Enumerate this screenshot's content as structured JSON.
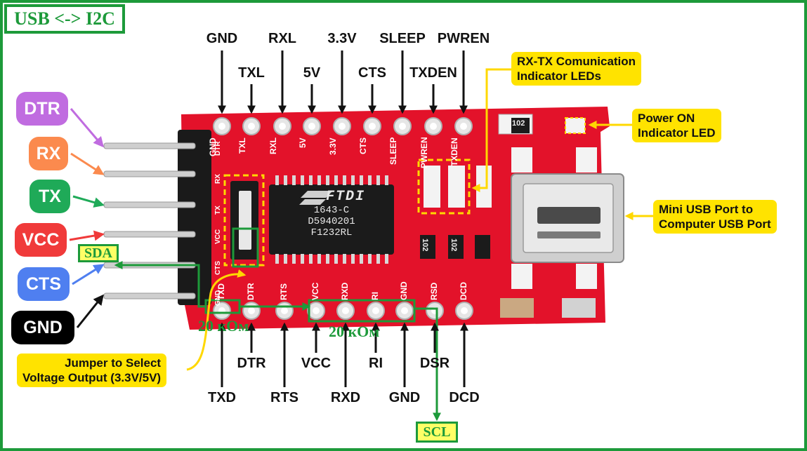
{
  "title": "USB <-> I2C",
  "top_pins_back": [
    "GND",
    "RXL",
    "3.3V",
    "SLEEP",
    "PWREN"
  ],
  "top_pins_front": [
    "TXL",
    "5V",
    "CTS",
    "TXDEN"
  ],
  "board_silk_top": [
    "GND",
    "TXL",
    "RXL",
    "5V",
    "3.3V",
    "CTS",
    "SLEEP",
    "PWREN",
    "TXDEN"
  ],
  "board_silk_bottom": [
    "TXD",
    "DTR",
    "RTS",
    "VCC",
    "RXD",
    "RI",
    "GND",
    "RSD",
    "DCD"
  ],
  "board_silk_header": [
    "DTR",
    "RX",
    "TX",
    "VCC",
    "CTS",
    "GND"
  ],
  "left_pills": [
    {
      "label": "DTR",
      "color": "#c06ce0"
    },
    {
      "label": "RX",
      "color": "#fb8a4e"
    },
    {
      "label": "TX",
      "color": "#1faa58"
    },
    {
      "label": "VCC",
      "color": "#f03a3a"
    },
    {
      "label": "CTS",
      "color": "#4f7ff0"
    },
    {
      "label": "GND",
      "color": "#000000"
    }
  ],
  "bottom_pins_back": [
    "TXD",
    "RTS",
    "RXD",
    "GND",
    "DCD"
  ],
  "bottom_pins_front": [
    "DTR",
    "VCC",
    "RI",
    "DSR"
  ],
  "chip": {
    "brand": "FTDI",
    "lines": [
      "1643-C",
      "D5940201",
      "F1232RL"
    ]
  },
  "resistor_codes": [
    "102",
    "102",
    "102"
  ],
  "callouts": {
    "rx_tx_leds": [
      "RX-TX Comunication",
      "Indicator LEDs"
    ],
    "power_led": [
      "Power ON",
      "Indicator LED"
    ],
    "usb_port": [
      "Mini USB Port to",
      "Computer USB Port"
    ],
    "jumper": [
      "Jumper to Select",
      "Voltage Output (3.3V/5V)"
    ]
  },
  "i2c": {
    "sda": "SDA",
    "scl": "SCL",
    "resistor_left": "20 кОм",
    "resistor_right": "20 кОм"
  },
  "colors": {
    "board": "#e3122a",
    "callout_yellow": "#ffe300",
    "i2c_green": "#1d9a3a",
    "frame_green": "#1d9a3a"
  }
}
